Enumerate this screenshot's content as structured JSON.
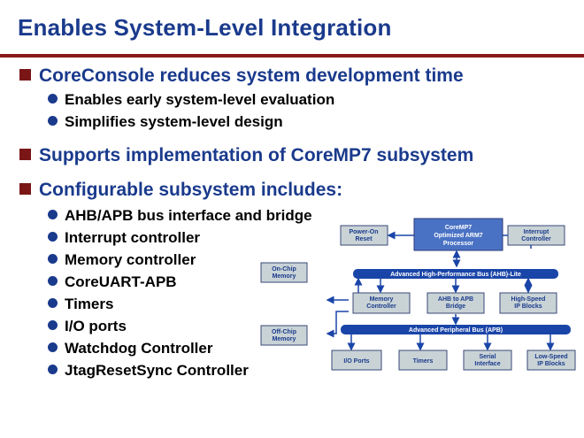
{
  "title": "Enables System-Level Integration",
  "bullets": {
    "b1": "CoreConsole reduces system development time",
    "b1_sub1": "Enables early system-level evaluation",
    "b1_sub2": "Simplifies system-level design",
    "b2": "Supports implementation of CoreMP7 subsystem",
    "b3": "Configurable subsystem includes:",
    "b3_subs": [
      "AHB/APB bus interface and bridge",
      "Interrupt controller",
      "Memory controller",
      "CoreUART-APB",
      "Timers",
      "I/O ports",
      "Watchdog Controller",
      "JtagResetSync Controller"
    ]
  },
  "diagram": {
    "processor": [
      "CoreMP7",
      "Optimized ARM7",
      "Processor"
    ],
    "power_on": [
      "Power-On",
      "Reset"
    ],
    "interrupt": [
      "Interrupt",
      "Controller"
    ],
    "ahb_bus": "Advanced High-Performance Bus (AHB)-Lite",
    "onchip": [
      "On-Chip",
      "Memory"
    ],
    "offchip": [
      "Off-Chip",
      "Memory"
    ],
    "memctrl": [
      "Memory",
      "Controller"
    ],
    "bridge": [
      "AHB to APB",
      "Bridge"
    ],
    "hsip": [
      "High-Speed",
      "IP Blocks"
    ],
    "apb_bus": "Advanced Peripheral Bus (APB)",
    "ioports": "I/O Ports",
    "timers": "Timers",
    "serial": [
      "Serial",
      "Interface"
    ],
    "lsip": [
      "Low-Speed",
      "IP Blocks"
    ],
    "colors": {
      "title": "#1a3a8c",
      "rule": "#8a1a1a",
      "bus": "#1a45a8",
      "processor": "#4a72c4"
    }
  }
}
